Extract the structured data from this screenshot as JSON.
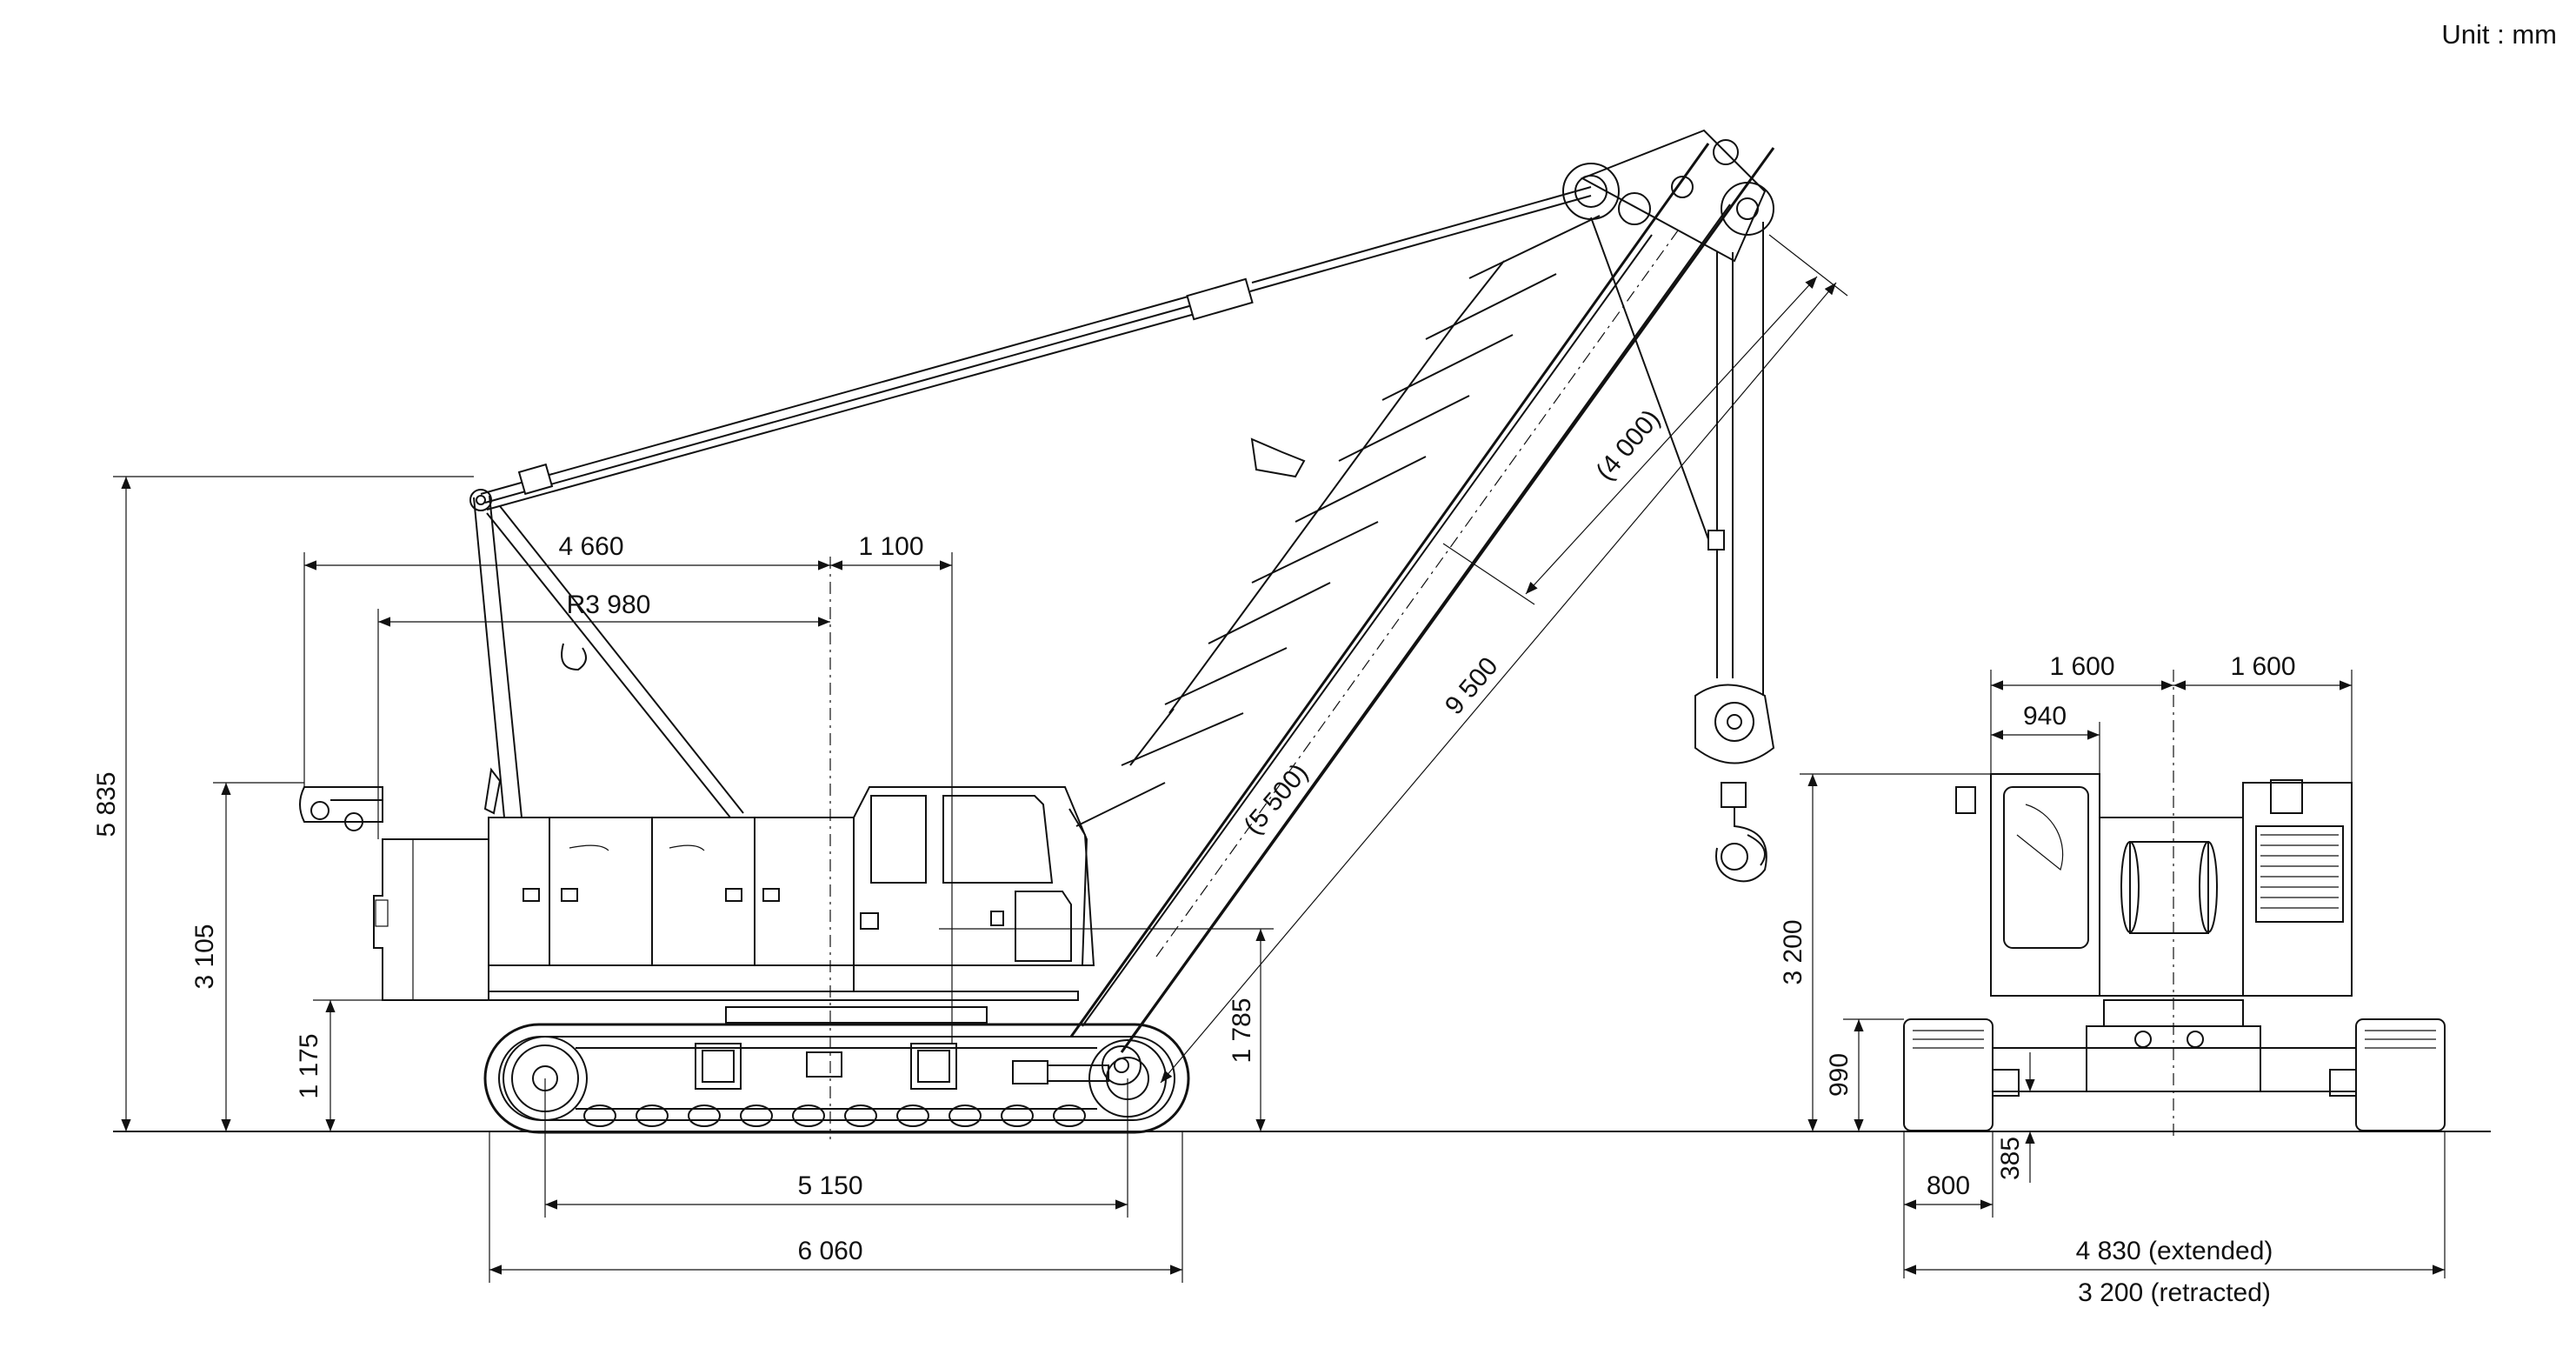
{
  "drawing": {
    "unit_label": "Unit : mm",
    "side_view": {
      "dim_total_height": "5 835",
      "dim_boom_foot_height": "3 105",
      "dim_counterweight_clearance": "1 175",
      "dim_rear_radius_to_center": "4 660",
      "dim_center_to_boom_foot": "1 100",
      "dim_tail_swing_radius": "R3 980",
      "dim_boom_length": "9 500",
      "dim_boom_top_section": "(4 000)",
      "dim_boom_base_section": "(5 500)",
      "dim_boom_pin_height": "1 785",
      "dim_tumbler_centers": "5 150",
      "dim_crawler_length": "6 060"
    },
    "front_view": {
      "dim_half_width_left": "1 600",
      "dim_half_width_right": "1 600",
      "dim_cab_offset": "940",
      "dim_overall_height": "3 200",
      "dim_crawler_height": "990",
      "dim_ground_clearance": "385",
      "dim_track_shoe_width": "800",
      "dim_width_extended": "4 830 (extended)",
      "dim_width_retracted": "3 200 (retracted)"
    }
  }
}
